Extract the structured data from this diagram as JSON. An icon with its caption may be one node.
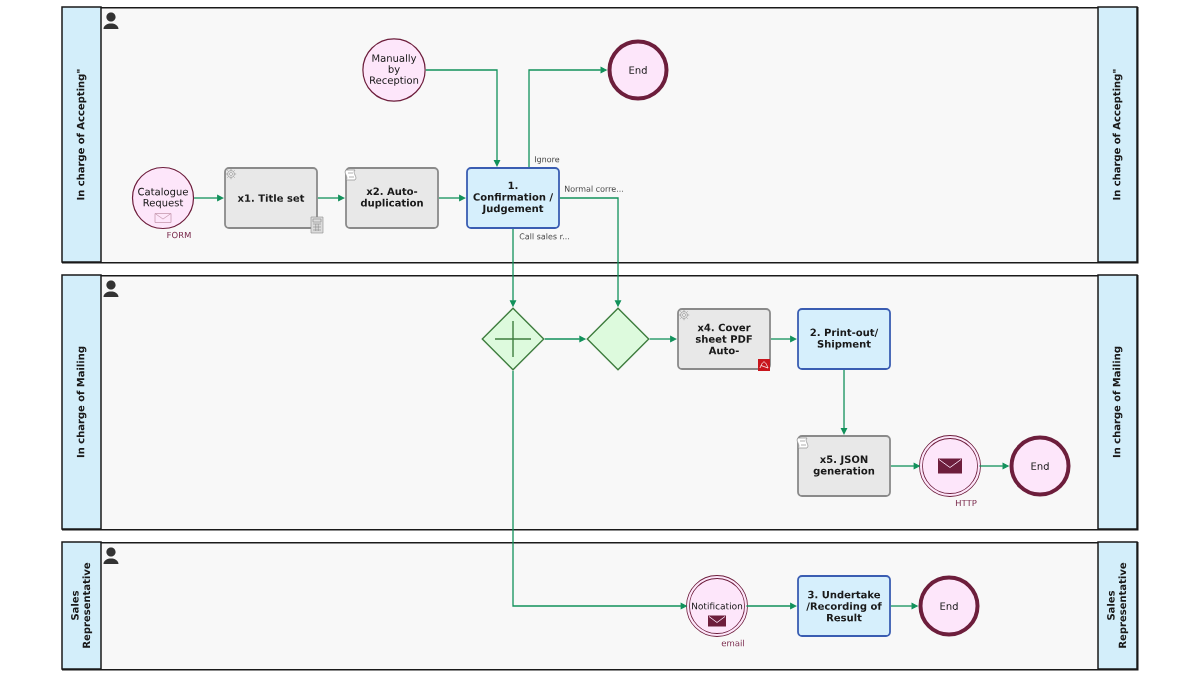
{
  "diagram": {
    "nodes": [
      {
        "text": [
          "In charge of Accepting\"",
          "In charge of Accepting\""
        ]
      },
      {
        "text": [
          "Manually by Reception"
        ],
        "in": 0
      },
      {
        "text": [
          "End"
        ],
        "in": 0
      },
      {
        "text": [
          "Catalogue Request"
        ],
        "in": 0,
        "beside": [
          "FORM"
        ]
      },
      {
        "text": [
          "x1. Title set"
        ],
        "in": 0
      },
      {
        "text": [
          "x2. Auto- duplication"
        ],
        "in": 0
      },
      {
        "text": [
          "1. Confirmation / Judgement"
        ],
        "in": 0
      },
      {
        "text": [
          "In charge of Mailing",
          "In charge of Mailing"
        ]
      },
      {
        "text": [],
        "shape": "diamond",
        "in": 7
      },
      {
        "text": [],
        "shape": "diamond",
        "in": 7
      },
      {
        "text": [
          "x4. Cover sheet PDF Auto-"
        ],
        "in": 7
      },
      {
        "text": [
          "2. Print-out/ Shipment"
        ],
        "in": 7
      },
      {
        "text": [
          "x5. JSON generation"
        ],
        "in": 7
      },
      {
        "text": [],
        "shape": "circle",
        "in": 7,
        "beside": [
          "HTTP"
        ]
      },
      {
        "text": [
          "End"
        ],
        "in": 7
      },
      {
        "text": [
          "Sales Representative",
          "Sales Representative"
        ]
      },
      {
        "text": [
          "Notification"
        ],
        "in": 15,
        "beside": [
          "email"
        ]
      },
      {
        "text": [
          "3. Undertake /Recording of Result"
        ],
        "in": 15
      },
      {
        "text": [
          "End"
        ],
        "in": 15
      }
    ],
    "edges": [
      {
        "from": 3,
        "to": 4,
        "arrow": "to"
      },
      {
        "from": 4,
        "to": 5,
        "arrow": "to"
      },
      {
        "from": 5,
        "to": 6,
        "arrow": "to"
      },
      {
        "from": 1,
        "to": 6,
        "arrow": "to"
      },
      {
        "from": 6,
        "to": 2,
        "arrow": "to",
        "label": "Ignore"
      },
      {
        "from": 6,
        "to": 9,
        "arrow": "to",
        "label": "Normal corre..."
      },
      {
        "from": 6,
        "to": 8,
        "arrow": "to",
        "label": "Call sales r..."
      },
      {
        "from": 8,
        "to": 9,
        "arrow": "to"
      },
      {
        "from": 9,
        "to": 10,
        "arrow": "to"
      },
      {
        "from": 10,
        "to": 11,
        "arrow": "to"
      },
      {
        "from": 11,
        "to": 12,
        "arrow": "to"
      },
      {
        "from": 12,
        "to": 13,
        "arrow": "to"
      },
      {
        "from": 13,
        "to": 14,
        "arrow": "to"
      },
      {
        "from": 8,
        "to": 16,
        "arrow": "to"
      },
      {
        "from": 16,
        "to": 17,
        "arrow": "to"
      },
      {
        "from": 17,
        "to": 18,
        "arrow": "to"
      }
    ]
  }
}
